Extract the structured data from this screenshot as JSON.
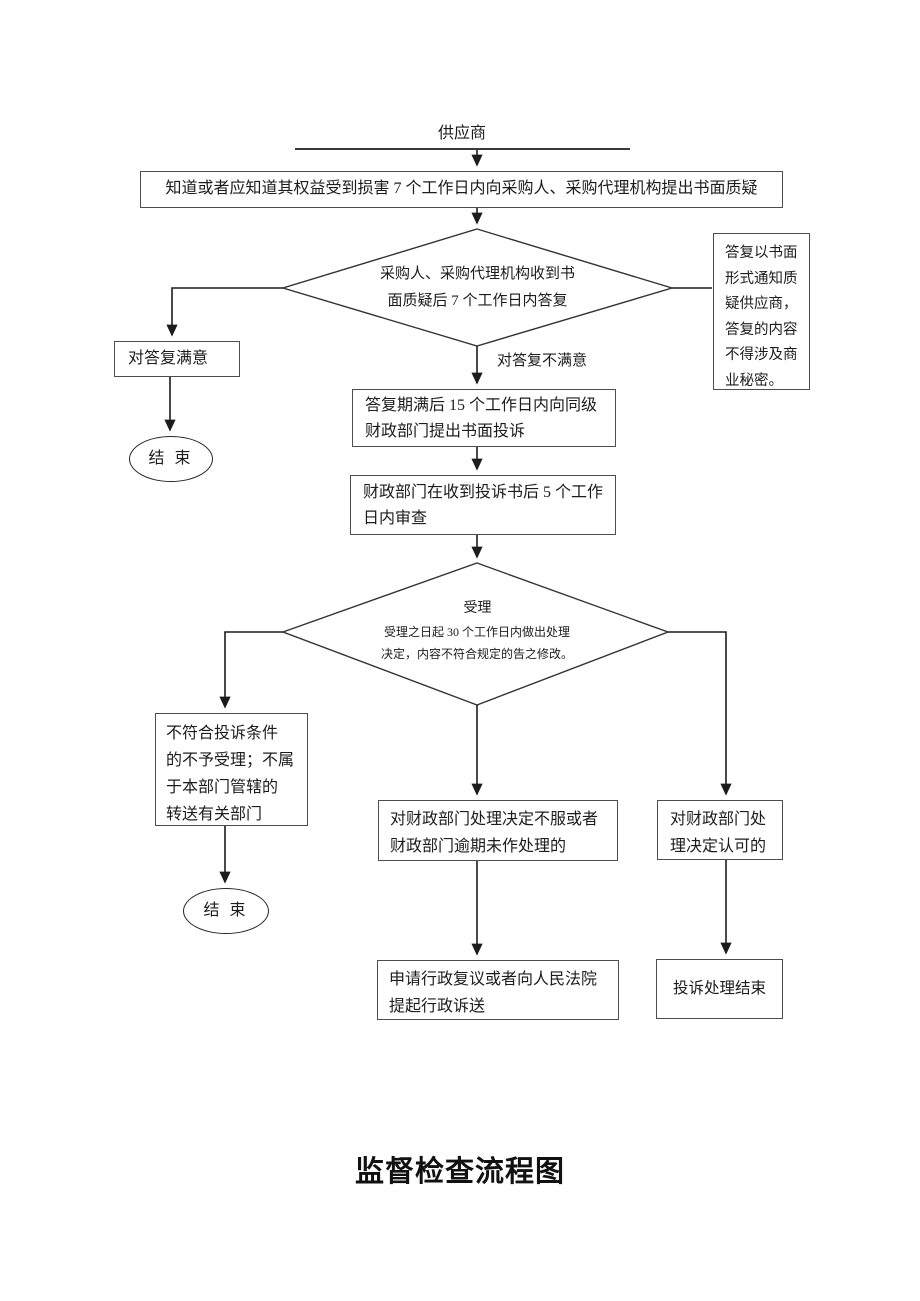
{
  "title": "监督检查流程图",
  "flow": {
    "supplier_label": "供应商",
    "challenge_box": "知道或者应知道其权益受到损害 7 个工作日内向采购人、采购代理机构提出书面质疑",
    "reply_diamond": "采购人、采购代理机构收到书\n面质疑后 7 个工作日内答复",
    "written_reply_box": "答复以书面\n形式通知质\n疑供应商，\n答复的内容\n不得涉及商\n业秘密。",
    "satisfied_box": "对答复满意",
    "end_1": "结 束",
    "unsatisfied_label": "对答复不满意",
    "complaint_box": "答复期满后 15 个工作日内向同级\n财政部门提出书面投诉",
    "review_box": "财政部门在收到投诉书后 5 个工作\n日内审查",
    "accept_diamond_title": "受理",
    "accept_diamond_desc": "受理之日起 30 个工作日内做出处理\n决定，内容不符合规定的告之修改。",
    "reject_box": "不符合投诉条件\n的不予受理；不属\n于本部门管辖的\n转送有关部门",
    "end_2": "结 束",
    "dissatisfied_box": "对财政部门处理决定不服或者\n财政部门逾期未作处理的",
    "accepted_box": "对财政部门处\n理决定认可的",
    "lawsuit_box": "申请行政复议或者向人民法院\n提起行政诉送",
    "complaint_end_box": "投诉处理结束"
  },
  "colors": {
    "line": "#262626",
    "box_border": "#4d4d4d",
    "text": "#1c1c1c",
    "background": "#ffffff"
  }
}
